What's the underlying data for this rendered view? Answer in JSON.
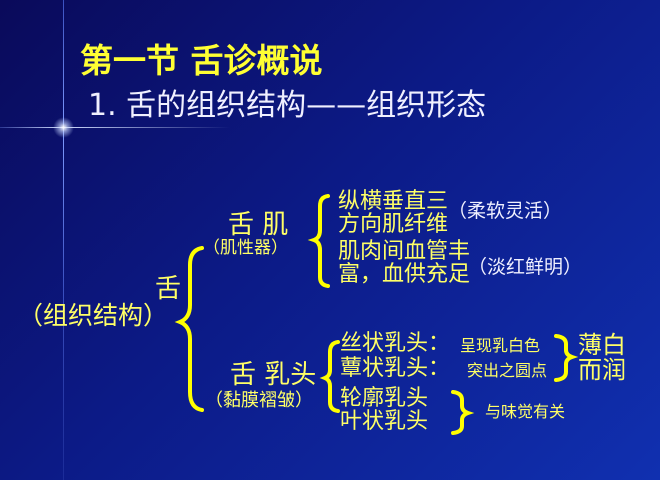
{
  "slide": {
    "title": "第一节 舌诊概说",
    "subtitle": "1. 舌的组织结构——组织形态",
    "root": {
      "label": "舌",
      "note": "（组织结构）"
    },
    "muscle": {
      "label": "舌 肌",
      "note": "（肌性器）",
      "items": [
        {
          "lines": [
            "纵横垂直三",
            "方向肌纤维"
          ],
          "note": "（柔软灵活）"
        },
        {
          "lines": [
            "肌肉间血管丰",
            "富，血供充足"
          ],
          "note": "（淡红鲜明）"
        }
      ]
    },
    "papillae": {
      "label": "舌 乳头",
      "note": "（黏膜褶皱）",
      "items": [
        {
          "label": "丝状乳头：",
          "note": "呈现乳白色"
        },
        {
          "label": "蕈状乳头：",
          "note": "突出之圆点"
        },
        {
          "label": "轮廓乳头"
        },
        {
          "label": "叶状乳头"
        }
      ],
      "group1_result": [
        "薄白",
        "而润"
      ],
      "group2_result": "与味觉有关"
    }
  },
  "colors": {
    "title": "#ffff33",
    "text": "#ffff66",
    "note": "#f0f0ff",
    "bracket": "#ffff00"
  }
}
